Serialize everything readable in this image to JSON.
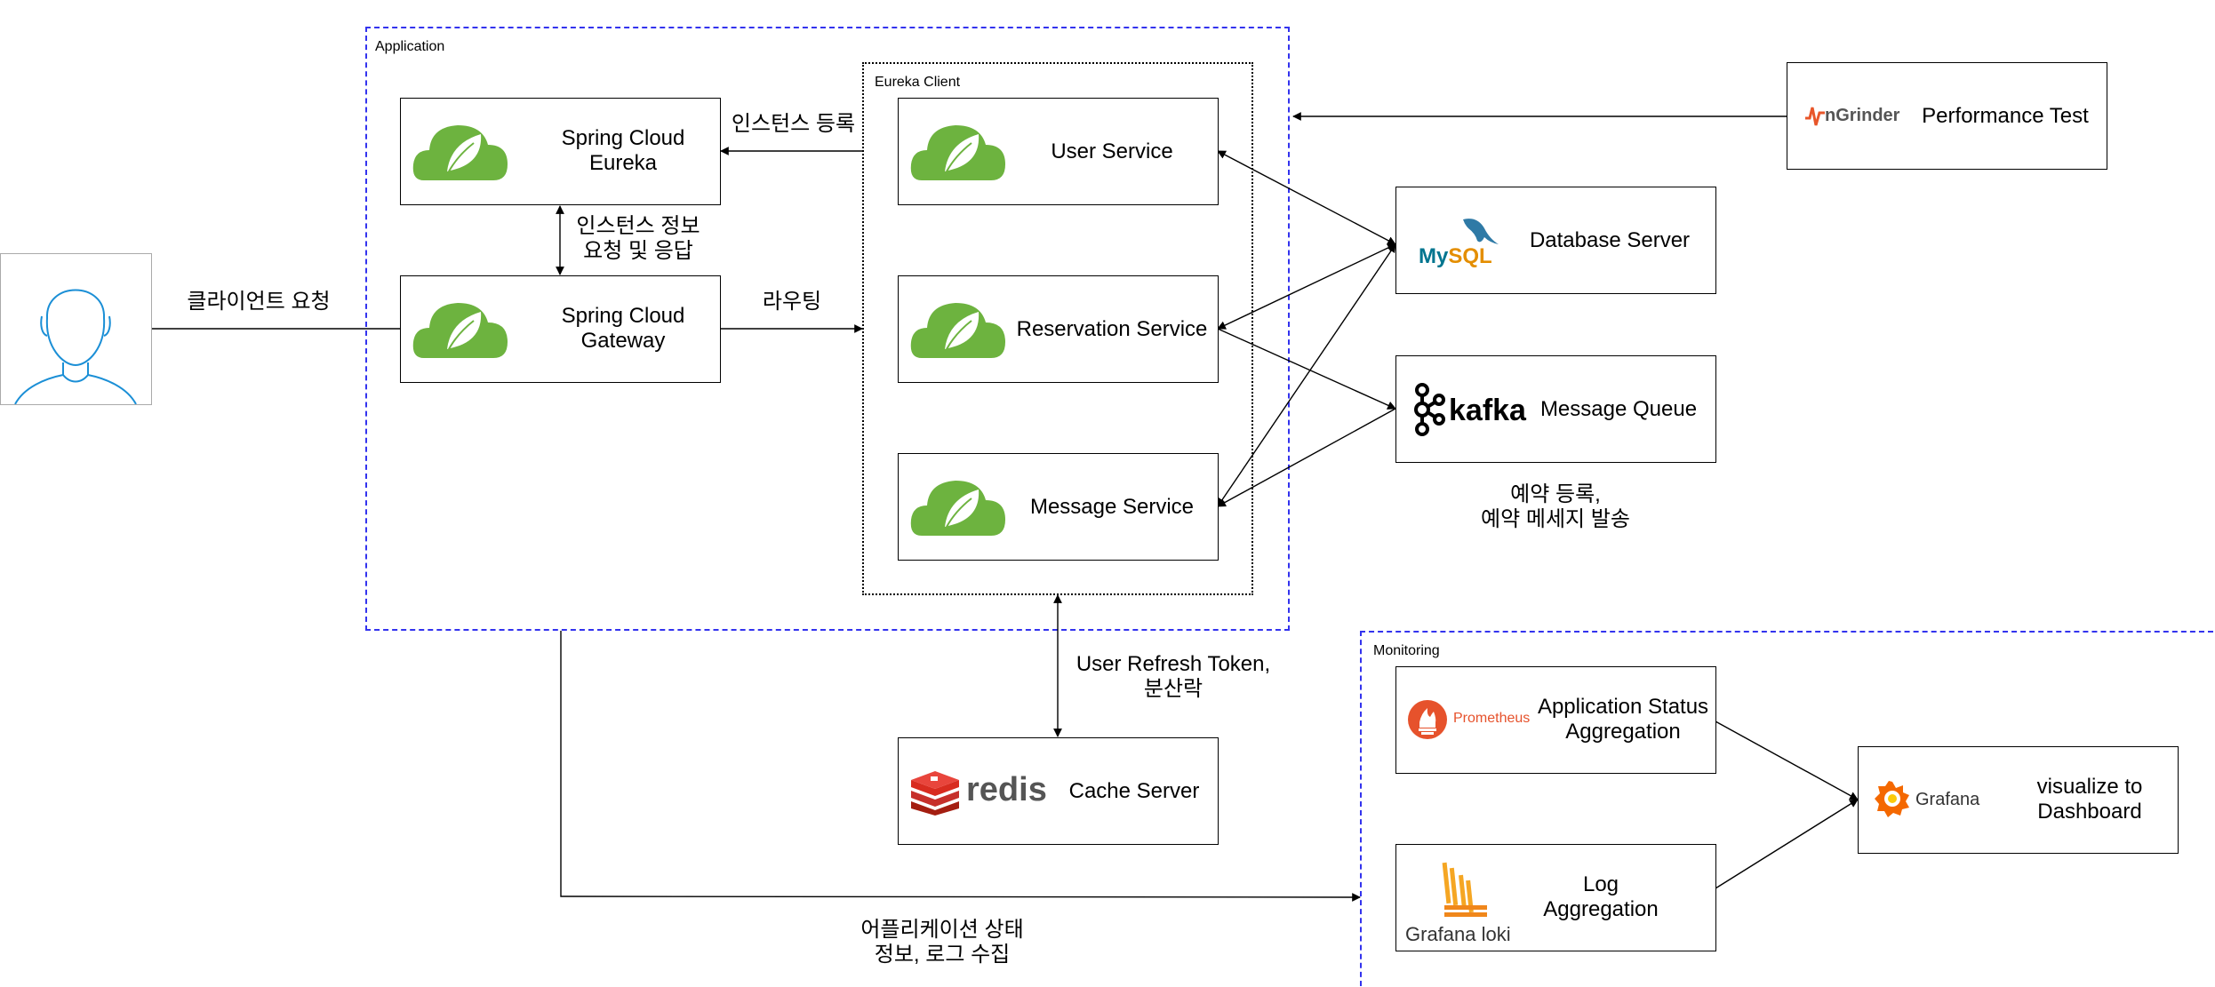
{
  "diagram": {
    "groups": {
      "application": "Application",
      "eureka_client": "Eureka Client",
      "monitoring": "Monitoring"
    },
    "nodes": {
      "eureka": [
        "Spring Cloud",
        "Eureka"
      ],
      "gateway": [
        "Spring Cloud",
        "Gateway"
      ],
      "user_service": "User Service",
      "reservation_service": "Reservation Service",
      "message_service": "Message Service",
      "database_server": "Database Server",
      "message_queue": "Message Queue",
      "performance_test": "Performance Test",
      "cache_server": "Cache Server",
      "app_status": [
        "Application Status",
        "Aggregation"
      ],
      "log_aggregation": [
        "Log",
        "Aggregation"
      ],
      "dashboard": [
        "visualize to",
        "Dashboard"
      ]
    },
    "logos": {
      "mysql": "MySQL",
      "kafka": "kafka",
      "ngrinder": "nGrinder",
      "redis": "redis",
      "prometheus": "Prometheus",
      "grafana": "Grafana",
      "grafana_loki": "Grafana loki"
    },
    "edge_labels": {
      "client_request": "클라이언트 요청",
      "instance_register": "인스턴스 등록",
      "instance_info": [
        "인스턴스 정보",
        "요청 및 응답"
      ],
      "routing": "라우팅",
      "reservation_note": [
        "예약 등록,",
        "예약 메세지 발송"
      ],
      "refresh_token": [
        "User Refresh Token,",
        "분산락"
      ],
      "collect": [
        "어플리케이션 상태",
        "정보, 로그 수집"
      ]
    },
    "colors": {
      "spring_green": "#6db33f",
      "group_dash": "#3333ee",
      "client_stroke": "#1b8fd6",
      "redis_red": "#d82c20",
      "prometheus_orange": "#e6522c",
      "loki_orange": "#f5a623"
    }
  }
}
